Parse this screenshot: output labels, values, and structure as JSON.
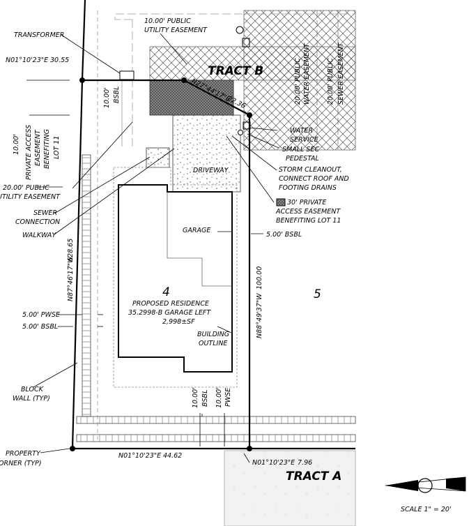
{
  "labels": {
    "transformer": "TRANSFORMER",
    "easement_10_public_l1": "10.00' PUBLIC",
    "easement_10_public_l2": "UTILITY EASEMENT",
    "tract_b": "TRACT B",
    "tract_a": "TRACT A",
    "bearing_top_left": "N01°10'23\"E",
    "dist_top_left": "30.55",
    "bearing_diag": "N27°44'17\"E",
    "dist_diag": "22.36",
    "bsbl_10": "10.00'",
    "bsbl": "BSBL",
    "water_easement_l1": "20.00' PUBLIC",
    "water_easement_l2": "WATER EASEMENT",
    "sewer_easement_l1": "20.00' PUBLIC",
    "sewer_easement_l2": "SEWER EASEMENT",
    "private_access_l1": "10.00'",
    "private_access_l2": "PRIVATE ACCESS",
    "private_access_l3": "EASEMENT",
    "private_access_l4": "BENEFITING",
    "private_access_l5": "LOT 11",
    "public_util_20_l1": "20.00' PUBLIC",
    "public_util_20_l2": "UTILITY EASEMENT",
    "sewer_connection_l1": "SEWER",
    "sewer_connection_l2": "CONNECTION",
    "walkway": "WALKWAY",
    "driveway": "DRIVEWAY",
    "water_service_l1": "WATER",
    "water_service_l2": "SERVICE",
    "small_sec_l1": "SMALL SEC",
    "small_sec_l2": "PEDESTAL",
    "storm_l1": "STORM CLEANOUT,",
    "storm_l2": "CONNECT ROOF AND",
    "storm_l3": "FOOTING DRAINS",
    "access30_l1": "30' PRIVATE",
    "access30_l2": "ACCESS EASEMENT",
    "access30_l3": "BENEFITING LOT 11",
    "garage": "GARAGE",
    "bsbl_5_right": "5.00' BSBL",
    "lot_4": "4",
    "lot_5": "5",
    "residence_l1": "PROPOSED RESIDENCE",
    "residence_l2": "35.2998-B GARAGE LEFT",
    "residence_l3": "2,998±SF",
    "building_outline_l1": "BUILDING",
    "building_outline_l2": "OUTLINE",
    "bearing_left": "N87°46'17\"W",
    "dist_left": "628.65",
    "bearing_right": "N88°49'37\"W",
    "dist_right": "100.00",
    "pwse_5": "5.00' PWSE",
    "bsbl_5_left": "5.00' BSBL",
    "block_wall_l1": "BLOCK",
    "block_wall_l2": "WALL (TYP)",
    "bottom_bsbl_10": "10.00'",
    "bottom_bsbl": "BSBL",
    "bottom_pwse_10": "10.00'",
    "bottom_pwse": "PWSE",
    "property_l1": "PROPERTY",
    "property_l2": "ORNER (TYP)",
    "bearing_bottom": "N01°10'23\"E",
    "dist_bottom": "44.62",
    "bearing_bottom_right": "N01°10'23\"E",
    "dist_bottom_right": "7.96",
    "scale": "SCALE 1\" = 20'"
  }
}
